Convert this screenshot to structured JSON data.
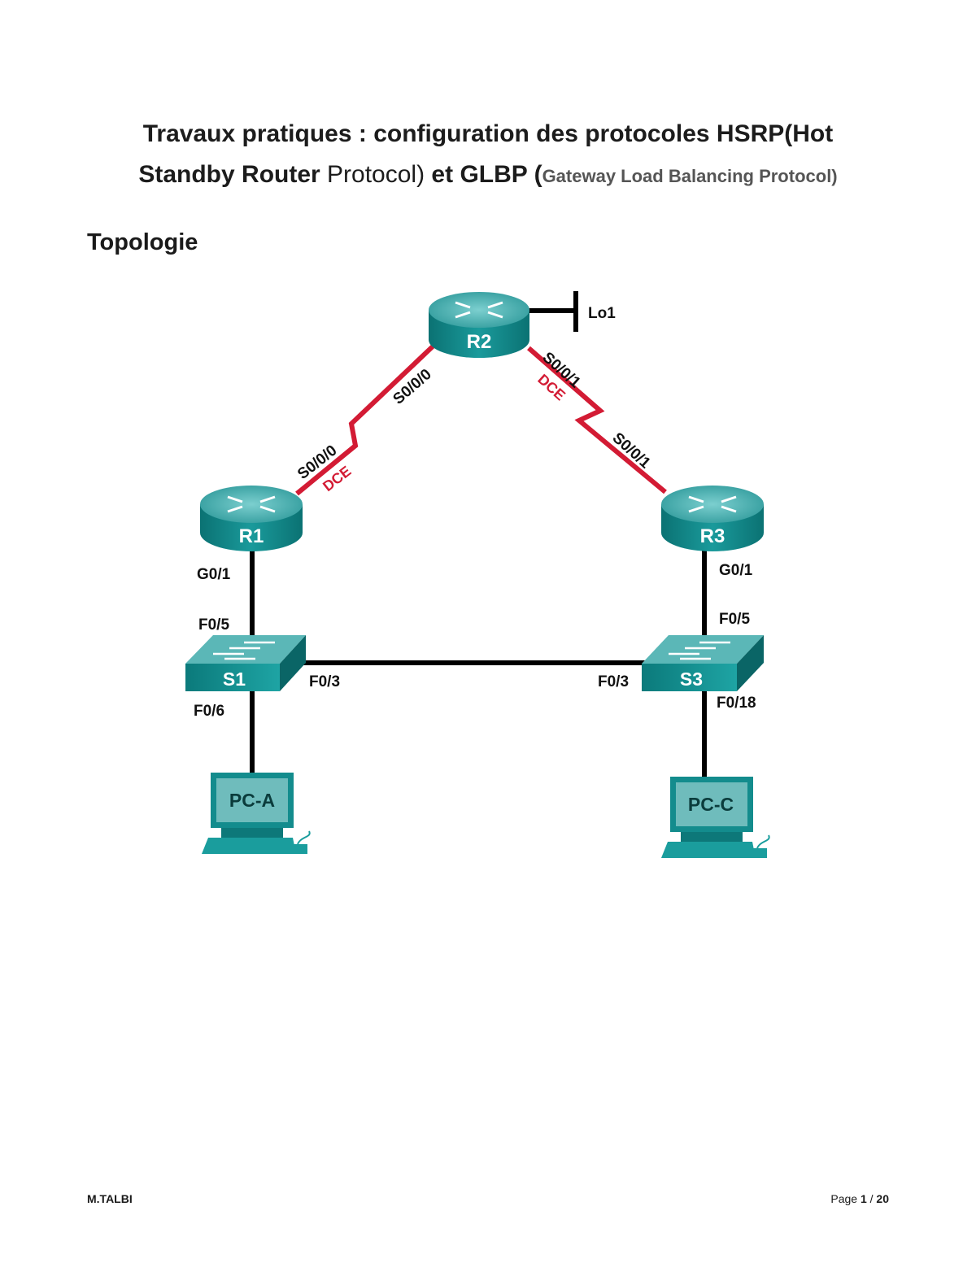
{
  "title": {
    "line1": "Travaux pratiques : configuration des protocoles HSRP(Hot",
    "line2_bold_a": "Standby Router",
    "line2_normal": " Protocol)",
    "line2_bold_b": " et GLBP (",
    "line2_small": "Gateway Load Balancing Protocol)"
  },
  "section_heading": "Topologie",
  "topology": {
    "devices": {
      "r1": "R1",
      "r2": "R2",
      "r3": "R3",
      "s1": "S1",
      "s3": "S3",
      "pca": "PC-A",
      "pcc": "PC-C",
      "loopback": "Lo1"
    },
    "ports": {
      "r2_s000": "S0/0/0",
      "r1_s000": "S0/0/0",
      "r2_s001": "S0/0/1",
      "r3_s001": "S0/0/1",
      "r1_g01": "G0/1",
      "r3_g01": "G0/1",
      "s1_f05": "F0/5",
      "s3_f05": "F0/5",
      "s1_f03": "F0/3",
      "s3_f03": "F0/3",
      "s1_f06": "F0/6",
      "s3_f018": "F0/18",
      "dce_r1": "DCE",
      "dce_r2": "DCE"
    },
    "colors": {
      "device": "#0f8b8d",
      "device_top": "#63b7b8",
      "serial": "#d31b34",
      "ethernet": "#000000"
    }
  },
  "footer": {
    "author": "M.TALBI",
    "page_prefix": "Page ",
    "page_current": "1",
    "page_sep": " / ",
    "page_total": "20"
  }
}
